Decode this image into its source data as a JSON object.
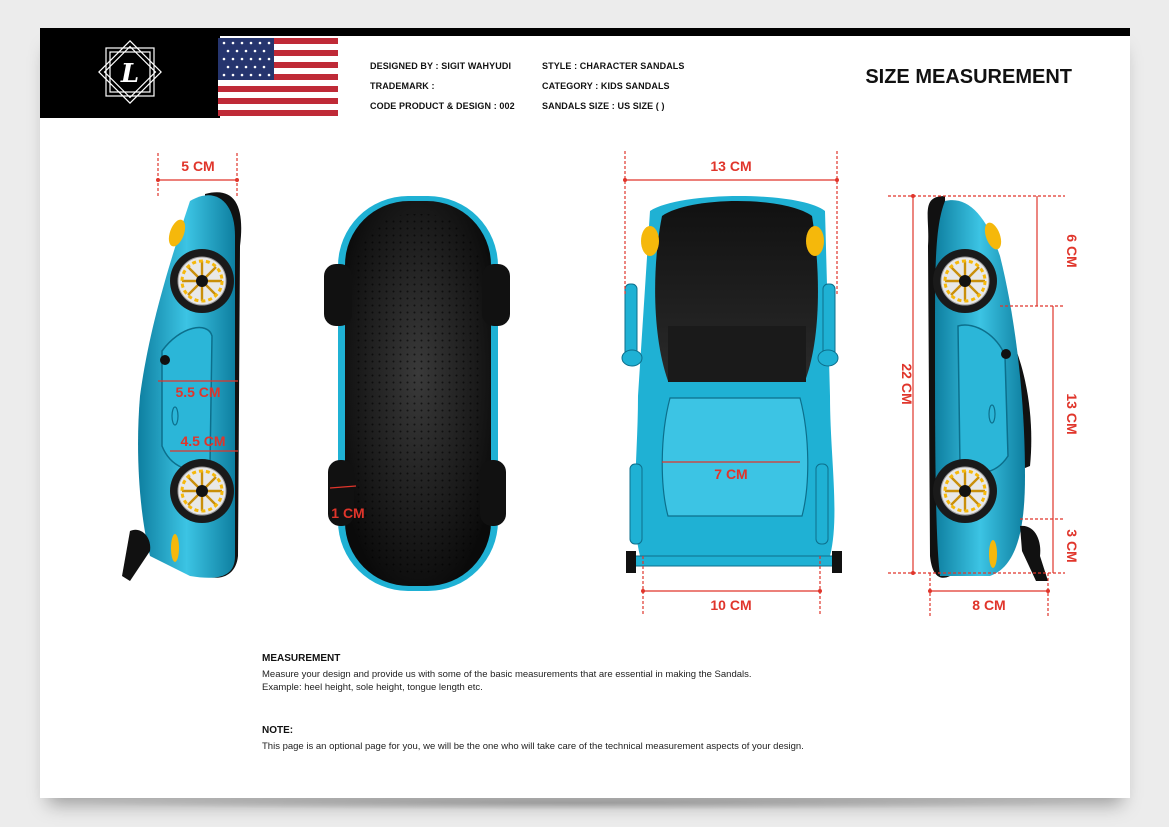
{
  "header": {
    "logo_letter": "L",
    "designed_by": "DESIGNED BY : SIGIT WAHYUDI",
    "trademark": "TRADEMARK :",
    "code_product": "CODE PRODUCT & DESIGN : 002",
    "style": "STYLE : CHARACTER SANDALS",
    "category": "CATEGORY : KIDS SANDALS",
    "sandals_size": "SANDALS SIZE : US SIZE (   )",
    "title": "SIZE MEASUREMENT"
  },
  "dimensions": {
    "side_left_top": "5 CM",
    "side_left_mid": "5.5 CM",
    "side_left_low": "4.5 CM",
    "sole_strap": "1 CM",
    "top_width": "13 CM",
    "top_inner": "7 CM",
    "top_bottom": "10 CM",
    "height_total": "22 CM",
    "height_top": "6 CM",
    "height_mid": "13 CM",
    "height_bottom": "3 CM",
    "side_right_bottom": "8 CM"
  },
  "colors": {
    "body": "#1fb1d4",
    "body_dark": "#0e7fa0",
    "dimension": "#e0352b",
    "sole": "#111111",
    "headlight": "#f5b80b"
  },
  "measurement": {
    "heading": "MEASUREMENT",
    "line1": "Measure your design and provide us with some of the basic measurements that are essential in making the Sandals.",
    "line2": "Example: heel height, sole height, tongue length etc."
  },
  "note": {
    "heading": "NOTE:",
    "text": "This page is an optional page for you, we will be the one who will take care of the technical measurement aspects of your design."
  }
}
